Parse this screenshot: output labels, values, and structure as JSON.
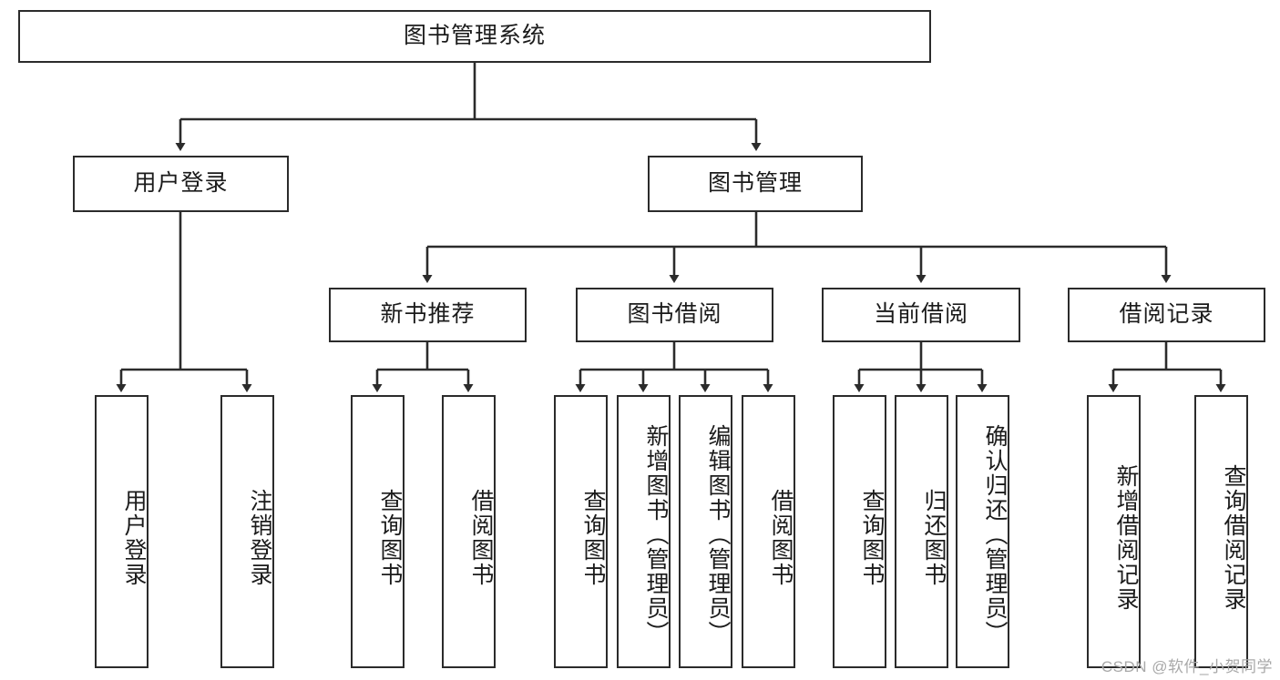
{
  "diagram": {
    "title": "图书管理系统",
    "type": "hierarchy-tree",
    "watermark": "CSDN @软件_小贺同学",
    "line_color": "#2b2b2b",
    "box_fill": "#ffffff",
    "text_color": "#1b1b1b",
    "watermark_color": "#a9a9a9"
  },
  "nodes": {
    "root": {
      "label": "图书管理系统"
    },
    "level2": [
      {
        "id": "user-login",
        "label": "用户登录"
      },
      {
        "id": "book-manage",
        "label": "图书管理"
      }
    ],
    "level3": [
      {
        "id": "new-book-recommend",
        "label": "新书推荐"
      },
      {
        "id": "book-borrow",
        "label": "图书借阅"
      },
      {
        "id": "current-borrow",
        "label": "当前借阅"
      },
      {
        "id": "borrow-record",
        "label": "借阅记录"
      }
    ],
    "leaves": [
      {
        "id": "leaf-user-login",
        "label": "用户登录",
        "parent": "user-login"
      },
      {
        "id": "leaf-logout-login",
        "label": "注销登录",
        "parent": "user-login"
      },
      {
        "id": "leaf-query-book-1",
        "label": "查询图书",
        "parent": "new-book-recommend"
      },
      {
        "id": "leaf-borrow-book-1",
        "label": "借阅图书",
        "parent": "new-book-recommend"
      },
      {
        "id": "leaf-query-book-2",
        "label": "查询图书",
        "parent": "book-borrow"
      },
      {
        "id": "leaf-add-book",
        "label": "新增图书（管理员）",
        "parent": "book-borrow"
      },
      {
        "id": "leaf-edit-book",
        "label": "编辑图书（管理员）",
        "parent": "book-borrow"
      },
      {
        "id": "leaf-borrow-book-2",
        "label": "借阅图书",
        "parent": "book-borrow"
      },
      {
        "id": "leaf-query-book-3",
        "label": "查询图书",
        "parent": "current-borrow"
      },
      {
        "id": "leaf-return-book",
        "label": "归还图书",
        "parent": "current-borrow"
      },
      {
        "id": "leaf-confirm-return",
        "label": "确认归还（管理员）",
        "parent": "current-borrow"
      },
      {
        "id": "leaf-add-record",
        "label": "新增借阅记录",
        "parent": "borrow-record"
      },
      {
        "id": "leaf-query-record",
        "label": "查询借阅记录",
        "parent": "borrow-record"
      }
    ]
  }
}
